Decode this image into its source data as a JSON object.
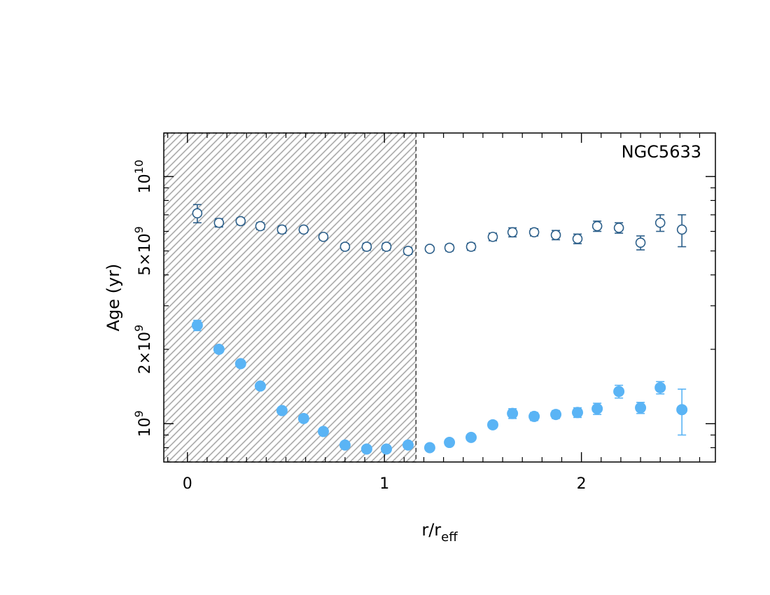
{
  "chart_data": {
    "type": "scatter",
    "annotation": "NGC5633",
    "xlabel": "r/r",
    "xlabel_sub": "eff",
    "ylabel": "Age (yr)",
    "xlim": [
      -0.12,
      2.68
    ],
    "ylim": [
      700000000.0,
      15000000000.0
    ],
    "y_scale": "log",
    "x_ticks": [
      0,
      1,
      2
    ],
    "x_tick_labels": [
      "0",
      "1",
      "2"
    ],
    "y_labeled_ticks": [
      {
        "value": 1000000000.0,
        "base": "10",
        "exp": "9"
      },
      {
        "value": 2000000000.0,
        "base": "2×10",
        "exp": "9"
      },
      {
        "value": 5000000000.0,
        "base": "5×10",
        "exp": "9"
      },
      {
        "value": 10000000000.0,
        "base": "10",
        "exp": "10"
      }
    ],
    "shaded_region": {
      "x_from": -0.12,
      "x_to": 1.16,
      "pattern": "diagonal hatch"
    },
    "grid": false,
    "series": [
      {
        "marker": "open-circle",
        "color": "#2c5f8a",
        "x": [
          0.05,
          0.16,
          0.27,
          0.37,
          0.48,
          0.59,
          0.69,
          0.8,
          0.91,
          1.01,
          1.12,
          1.23,
          1.33,
          1.44,
          1.55,
          1.65,
          1.76,
          1.87,
          1.98,
          2.08,
          2.19,
          2.3,
          2.4,
          2.51
        ],
        "y": [
          7100000000.0,
          6500000000.0,
          6600000000.0,
          6300000000.0,
          6100000000.0,
          6100000000.0,
          5700000000.0,
          5200000000.0,
          5200000000.0,
          5200000000.0,
          5000000000.0,
          5100000000.0,
          5150000000.0,
          5200000000.0,
          5700000000.0,
          5950000000.0,
          5950000000.0,
          5800000000.0,
          5600000000.0,
          6300000000.0,
          6200000000.0,
          5400000000.0,
          6500000000.0,
          6100000000.0
        ],
        "err": [
          600000000.0,
          250000000.0,
          200000000.0,
          200000000.0,
          200000000.0,
          170000000.0,
          150000000.0,
          150000000.0,
          170000000.0,
          170000000.0,
          150000000.0,
          120000000.0,
          150000000.0,
          170000000.0,
          200000000.0,
          250000000.0,
          200000000.0,
          250000000.0,
          250000000.0,
          300000000.0,
          300000000.0,
          350000000.0,
          500000000.0,
          900000000.0
        ]
      },
      {
        "marker": "filled-circle",
        "color": "#5ab4f5",
        "x": [
          0.05,
          0.16,
          0.27,
          0.37,
          0.48,
          0.59,
          0.69,
          0.8,
          0.91,
          1.01,
          1.12,
          1.23,
          1.33,
          1.44,
          1.55,
          1.65,
          1.76,
          1.87,
          1.98,
          2.08,
          2.19,
          2.3,
          2.4,
          2.51
        ],
        "y": [
          2500000000.0,
          2000000000.0,
          1750000000.0,
          1420000000.0,
          1130000000.0,
          1050000000.0,
          930000000.0,
          820000000.0,
          790000000.0,
          790000000.0,
          820000000.0,
          800000000.0,
          840000000.0,
          880000000.0,
          990000000.0,
          1100000000.0,
          1070000000.0,
          1090000000.0,
          1110000000.0,
          1150000000.0,
          1350000000.0,
          1160000000.0,
          1400000000.0,
          1140000000.0
        ],
        "err": [
          120000000.0,
          60000000.0,
          50000000.0,
          40000000.0,
          35000000.0,
          30000000.0,
          25000000.0,
          20000000.0,
          20000000.0,
          20000000.0,
          20000000.0,
          20000000.0,
          20000000.0,
          25000000.0,
          30000000.0,
          50000000.0,
          40000000.0,
          40000000.0,
          50000000.0,
          60000000.0,
          80000000.0,
          60000000.0,
          80000000.0,
          240000000.0
        ]
      }
    ]
  }
}
